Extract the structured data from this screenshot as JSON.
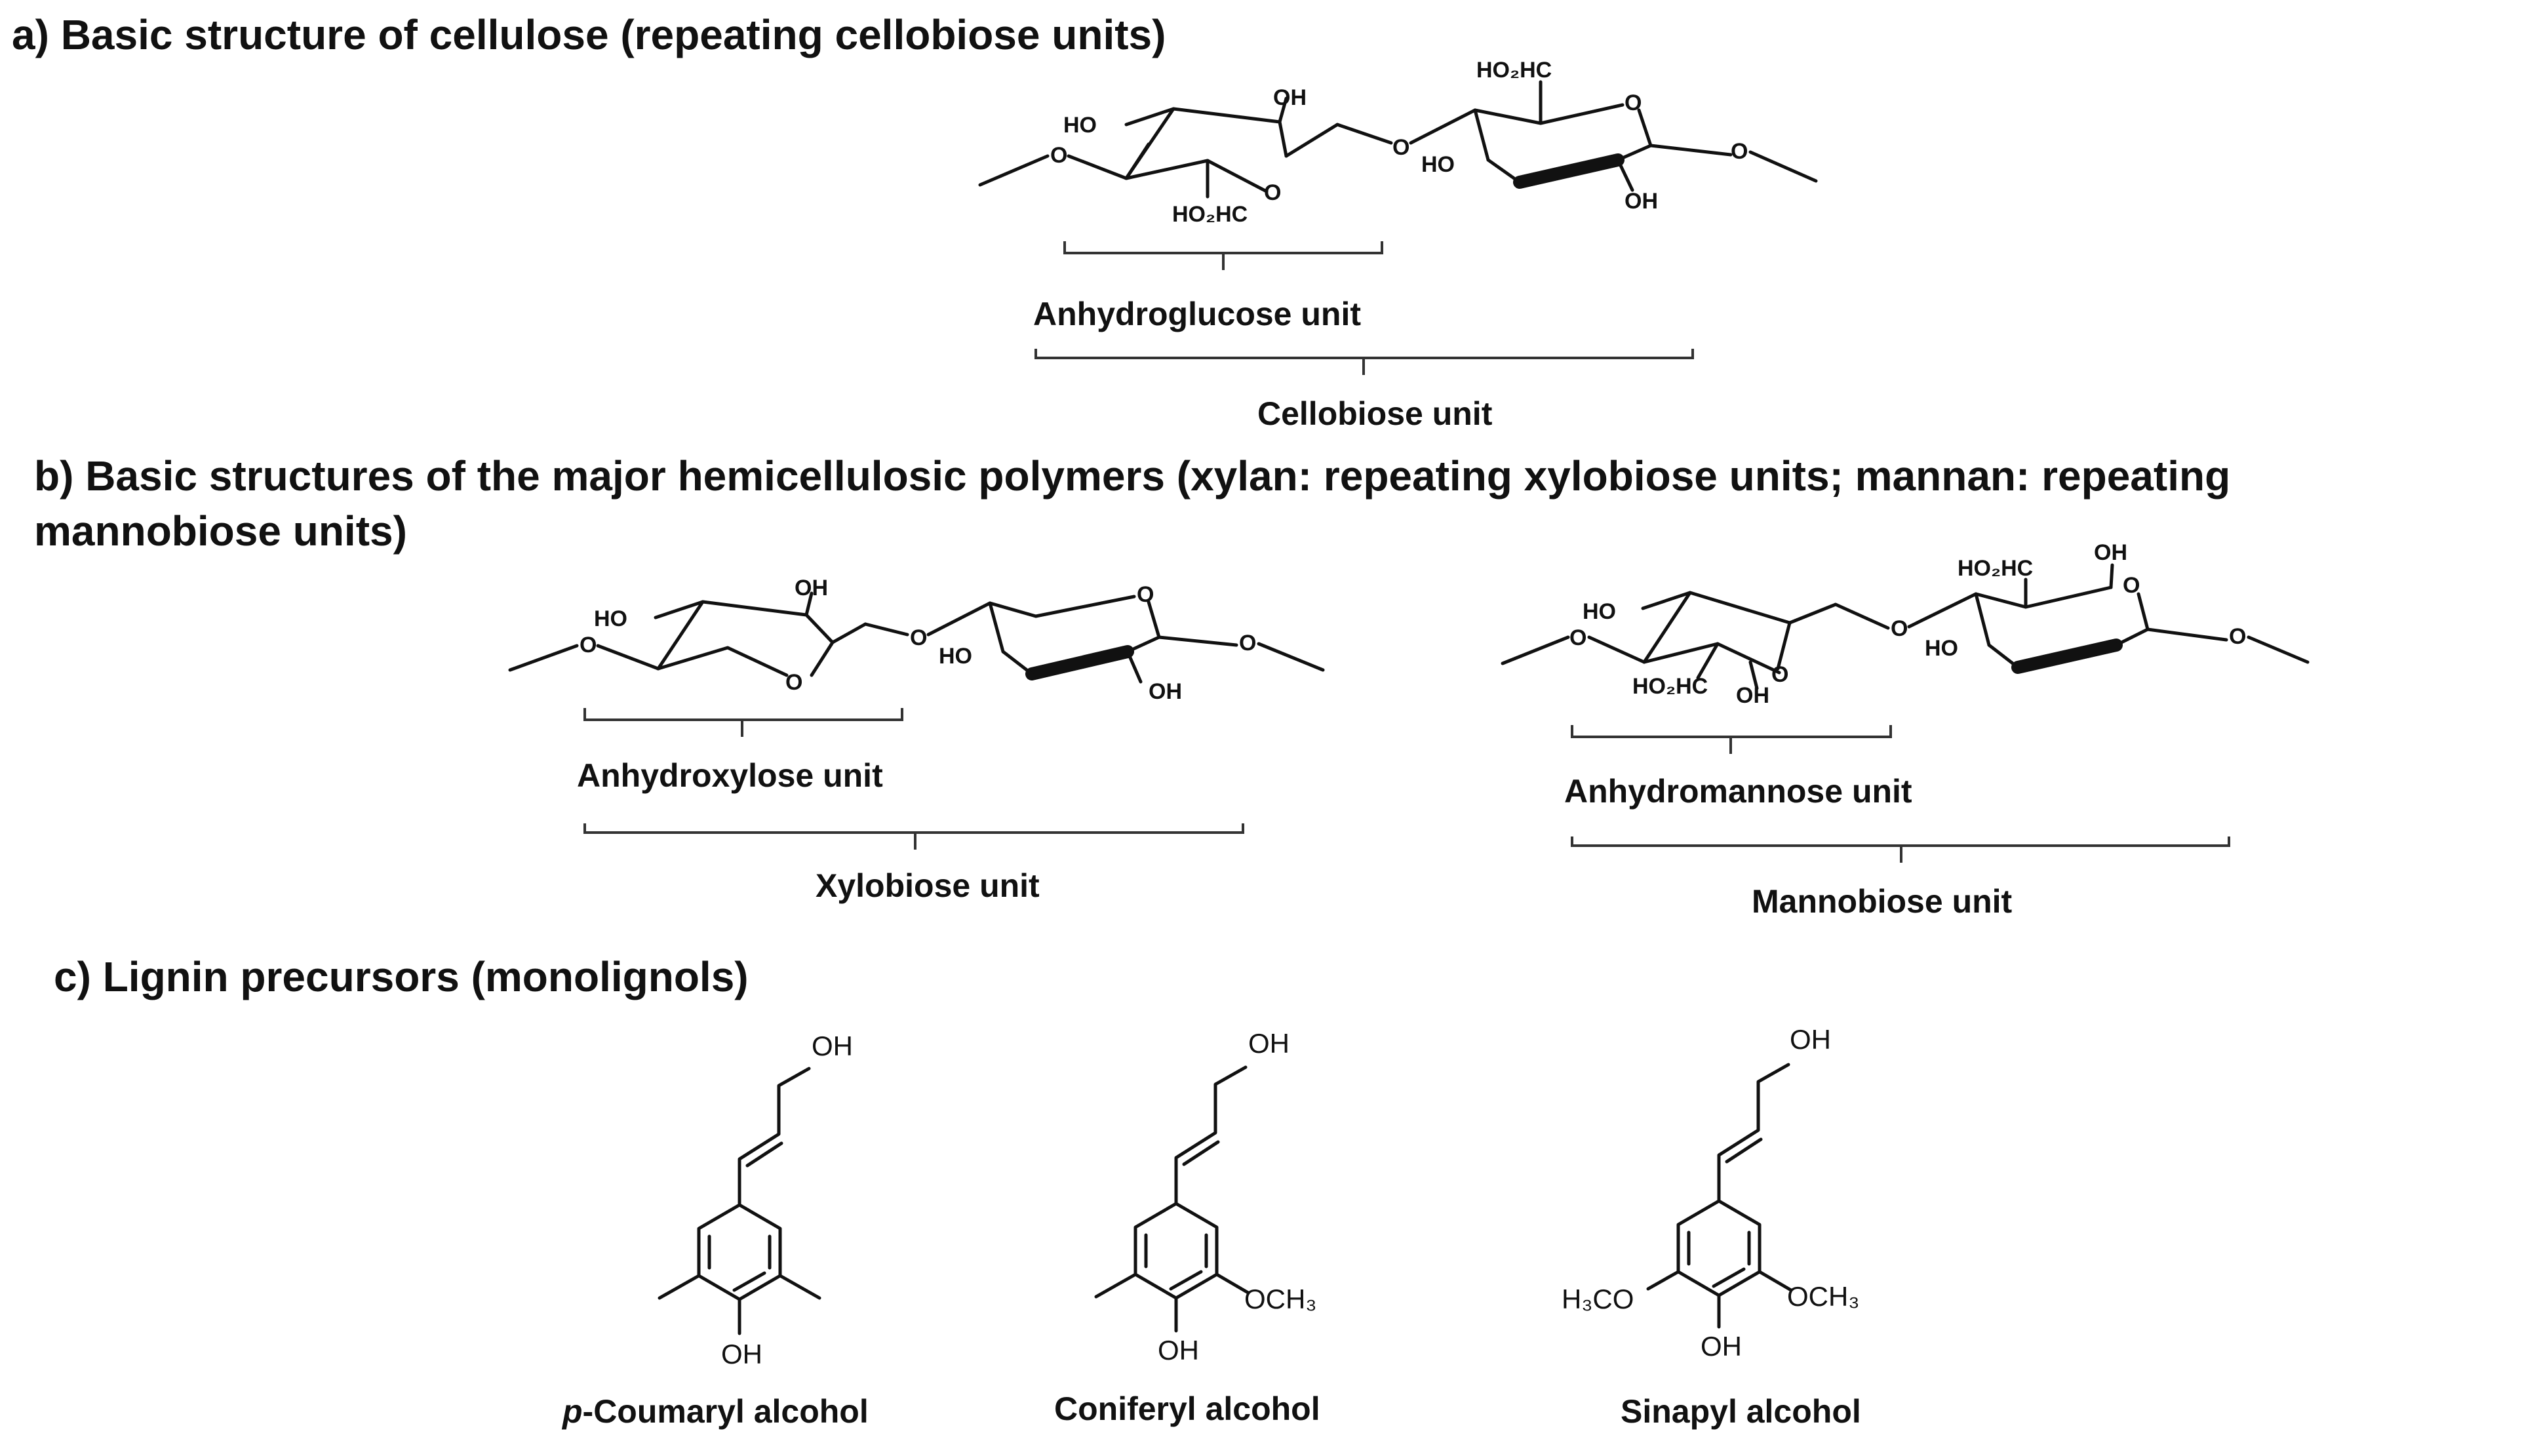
{
  "headings": {
    "a": "a) Basic structure of cellulose (repeating cellobiose units)",
    "b_line1": "b) Basic structures of the major hemicellulosic polymers (xylan: repeating xylobiose units; mannan: repeating",
    "b_line2": "mannobiose units)",
    "c": "c) Lignin precursors (monolignols)"
  },
  "cellulose": {
    "atoms": {
      "ho_left": "HO",
      "oh_top": "OH",
      "ring_o1": "O",
      "ch2oh_bottom": "HO₂HC",
      "link_o": "O",
      "ch2oh_top": "HO₂HC",
      "ring_o2": "O",
      "ho_right": "HO",
      "oh_bottom": "OH",
      "end_o_left": "O",
      "end_o_right": "O"
    },
    "labels": {
      "unit": "Anhydroglucose unit",
      "dimer": "Cellobiose unit"
    }
  },
  "xylan": {
    "atoms": {
      "end_o_left": "O",
      "ho_left": "HO",
      "oh_top": "OH",
      "ring_o1": "O",
      "link_o": "O",
      "ring_o2": "O",
      "ho_right": "HO",
      "oh_bottom": "OH",
      "end_o_right": "O"
    },
    "labels": {
      "unit": "Anhydroxylose unit",
      "dimer": "Xylobiose unit"
    }
  },
  "mannan": {
    "atoms": {
      "end_o_left": "O",
      "ho_left": "HO",
      "ch2oh_bottom": "HO₂HC",
      "oh_bottom": "OH",
      "ring_o1": "O",
      "link_o": "O",
      "ch2oh_top": "HO₂HC",
      "oh_top": "OH",
      "ring_o2": "O",
      "ho_right": "HO",
      "end_o_right": "O"
    },
    "labels": {
      "unit": "Anhydromannose  unit",
      "dimer": "Mannobiose unit"
    }
  },
  "monolignols": [
    {
      "name_prefix": "p",
      "name": "-Coumaryl alcohol",
      "oh_top": "OH",
      "oh_bottom": "OH",
      "left_sub": "",
      "right_sub": ""
    },
    {
      "name_prefix": "",
      "name": "Coniferyl alcohol",
      "oh_top": "OH",
      "oh_bottom": "OH",
      "left_sub": "",
      "right_sub": "OCH₃"
    },
    {
      "name_prefix": "",
      "name": "Sinapyl alcohol",
      "oh_top": "OH",
      "oh_bottom": "OH",
      "left_sub": "H₃CO",
      "right_sub": "OCH₃"
    }
  ]
}
